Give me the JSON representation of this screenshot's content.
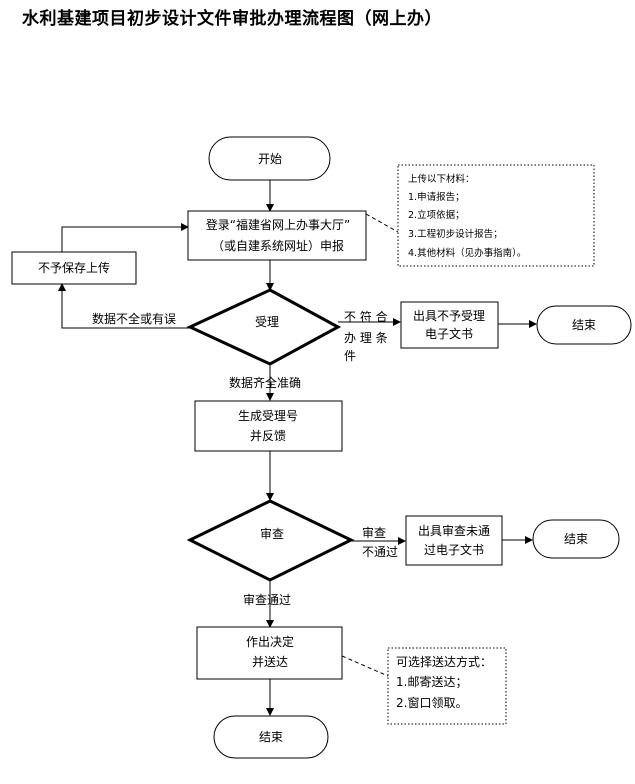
{
  "title": "水利基建项目初步设计文件审批办理流程图（网上办）",
  "nodes": {
    "start": "开始",
    "login": [
      "登录“福建省网上办事大厅”",
      "（或自建系统网址）申报"
    ],
    "not_saved": "不予保存上传",
    "accept": "受理",
    "reject_doc": [
      "出具不予受理",
      "电子文书"
    ],
    "end_1": "结束",
    "generate": [
      "生成受理号",
      "并反馈"
    ],
    "review": "审查",
    "review_fail_doc": [
      "出具审查未通",
      "过电子文书"
    ],
    "end_2": "结束",
    "decision": [
      "作出决定",
      "并送达"
    ],
    "end_3": "结束"
  },
  "edges": {
    "incomplete": "数据不全或有误",
    "not_qualified": [
      "不 符 合",
      "办 理 条",
      "件"
    ],
    "complete": "数据齐全准确",
    "review_fail": [
      "审查",
      "不通过"
    ],
    "review_pass": "审查通过"
  },
  "notes": {
    "materials": [
      "上传以下材料：",
      "1.申请报告；",
      "2.立项依据；",
      "3.工程初步设计报告；",
      "4.其他材料（见办事指南）。"
    ],
    "delivery": [
      "可选择送达方式：",
      "1.邮寄送达；",
      "2.窗口领取。"
    ]
  }
}
